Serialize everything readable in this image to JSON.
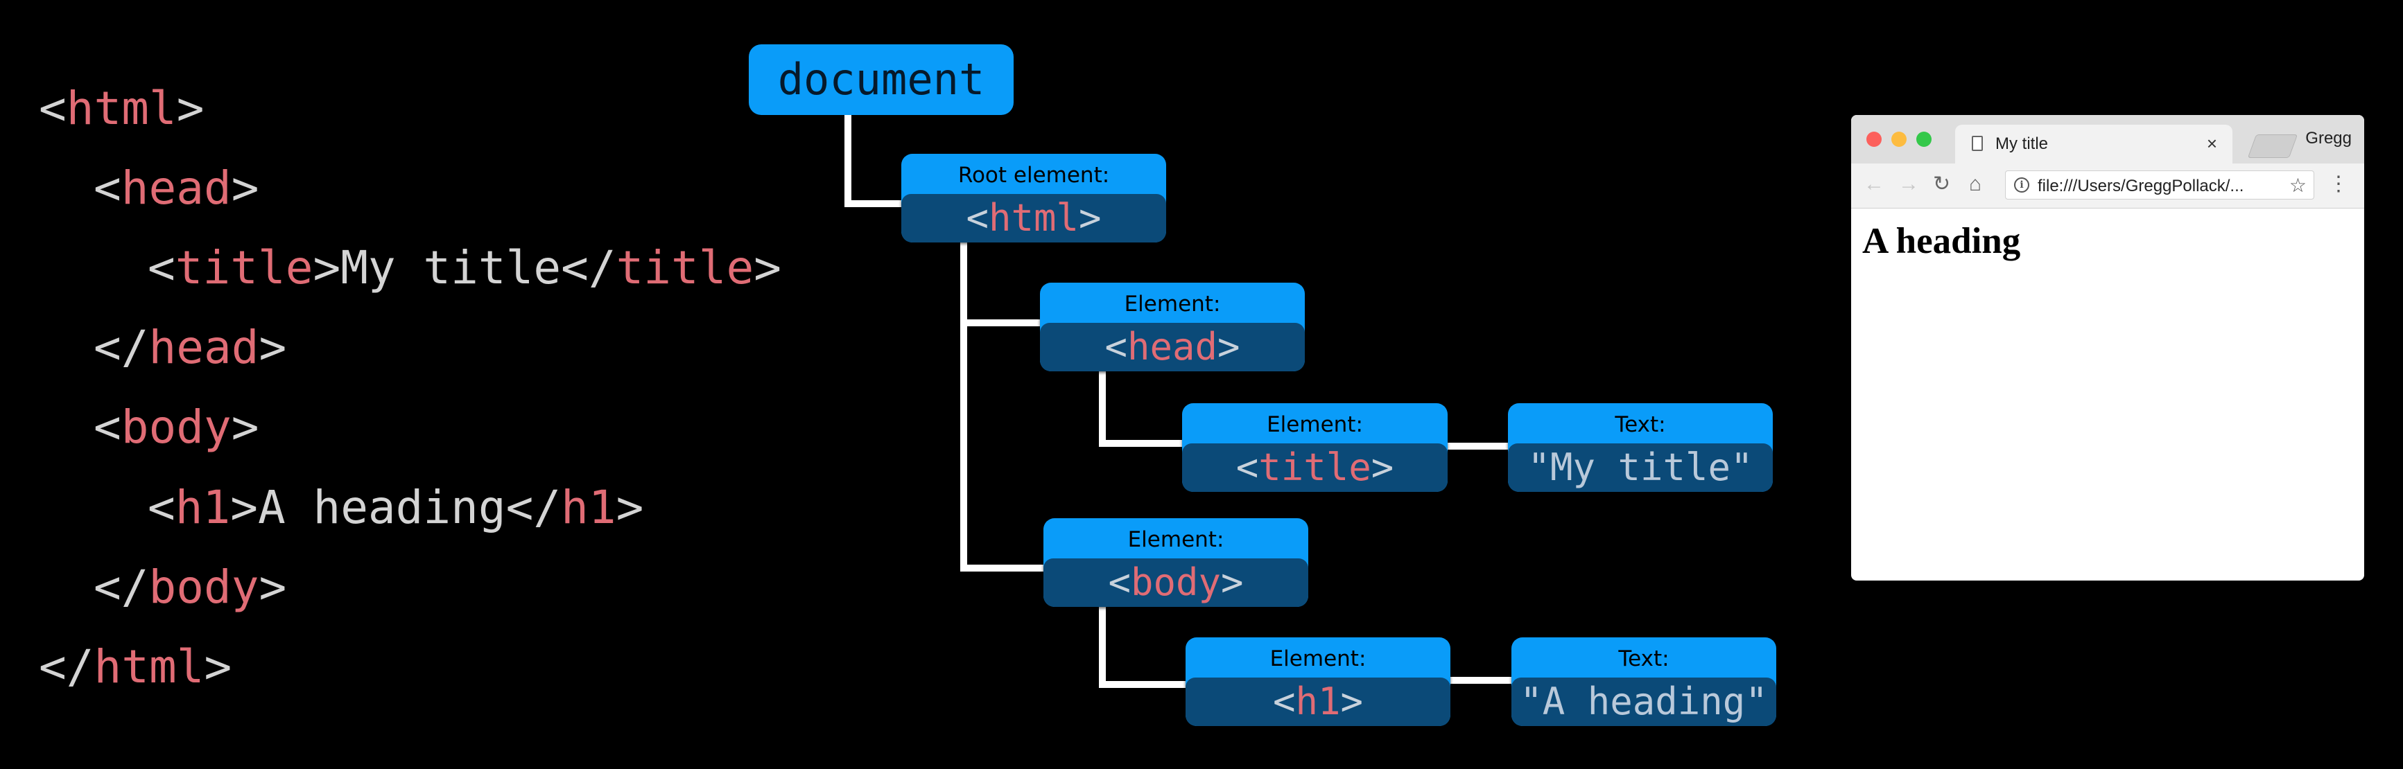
{
  "code": {
    "lines": [
      {
        "indent": 1,
        "parts": [
          [
            "bracket",
            "<"
          ],
          [
            "tag",
            "html"
          ],
          [
            "bracket",
            ">"
          ]
        ]
      },
      {
        "indent": 2,
        "parts": [
          [
            "bracket",
            "<"
          ],
          [
            "tag",
            "head"
          ],
          [
            "bracket",
            ">"
          ]
        ]
      },
      {
        "indent": 3,
        "parts": [
          [
            "bracket",
            "<"
          ],
          [
            "tag",
            "title"
          ],
          [
            "bracket",
            ">"
          ],
          [
            "text",
            "My title"
          ],
          [
            "bracket",
            "</"
          ],
          [
            "tag",
            "title"
          ],
          [
            "bracket",
            ">"
          ]
        ]
      },
      {
        "indent": 2,
        "parts": [
          [
            "bracket",
            "</"
          ],
          [
            "tag",
            "head"
          ],
          [
            "bracket",
            ">"
          ]
        ]
      },
      {
        "indent": 2,
        "parts": [
          [
            "bracket",
            "<"
          ],
          [
            "tag",
            "body"
          ],
          [
            "bracket",
            ">"
          ]
        ]
      },
      {
        "indent": 3,
        "parts": [
          [
            "bracket",
            "<"
          ],
          [
            "tag",
            "h1"
          ],
          [
            "bracket",
            ">"
          ],
          [
            "text",
            "A heading"
          ],
          [
            "bracket",
            "</"
          ],
          [
            "tag",
            "h1"
          ],
          [
            "bracket",
            ">"
          ]
        ]
      },
      {
        "indent": 2,
        "parts": [
          [
            "bracket",
            "</"
          ],
          [
            "tag",
            "body"
          ],
          [
            "bracket",
            ">"
          ]
        ]
      },
      {
        "indent": 1,
        "parts": [
          [
            "bracket",
            "</"
          ],
          [
            "tag",
            "html"
          ],
          [
            "bracket",
            ">"
          ]
        ]
      }
    ]
  },
  "tree": {
    "document_label": "document",
    "root": {
      "caption": "Root element:",
      "tag": "html"
    },
    "head": {
      "caption": "Element:",
      "tag": "head"
    },
    "title": {
      "caption": "Element:",
      "tag": "title"
    },
    "title_text": {
      "caption": "Text:",
      "value": "\"My title\""
    },
    "body": {
      "caption": "Element:",
      "tag": "body"
    },
    "h1": {
      "caption": "Element:",
      "tag": "h1"
    },
    "h1_text": {
      "caption": "Text:",
      "value": "\"A heading\""
    },
    "colors": {
      "node_caption_bg": "#0a9cf9",
      "node_body_bg": "#0b4a78",
      "tag_color": "#e06c75",
      "connector": "#ffffff"
    }
  },
  "browser": {
    "tab_title": "My title",
    "tab_close": "×",
    "user": "Gregg",
    "url": "file:///Users/GreggPollack/...",
    "back_icon": "←",
    "forward_icon": "→",
    "reload_icon": "↻",
    "home_icon": "⌂",
    "info_icon_glyph": "i",
    "star_icon": "☆",
    "menu_icon": "⋮",
    "page_heading": "A heading"
  }
}
